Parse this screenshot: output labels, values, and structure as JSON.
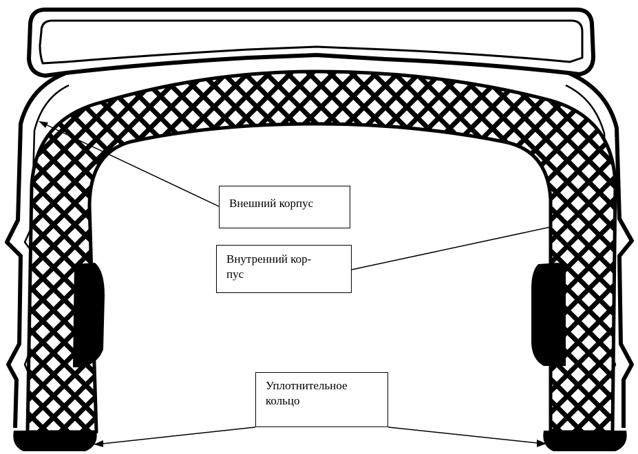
{
  "labels": {
    "outer_body": {
      "line1": "Внешний корпус"
    },
    "inner_body": {
      "line1": "Внутренний кор-",
      "line2": "пус"
    },
    "seal_ring": {
      "line1": "Уплотнительное",
      "line2": "кольцо"
    }
  },
  "colors": {
    "ink": "#000000",
    "paper": "#ffffff"
  }
}
